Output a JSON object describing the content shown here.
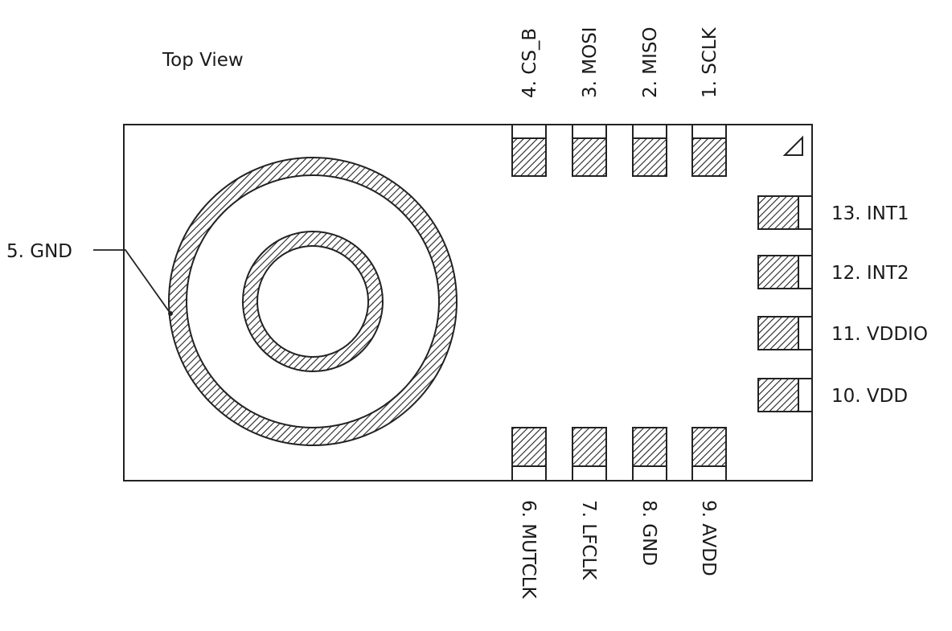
{
  "title": "Top View",
  "pins": {
    "top": [
      {
        "label": "4. CS_B"
      },
      {
        "label": "3. MOSI"
      },
      {
        "label": "2. MISO"
      },
      {
        "label": "1. SCLK"
      }
    ],
    "bottom": [
      {
        "label": "6. MUTCLK"
      },
      {
        "label": "7. LFCLK"
      },
      {
        "label": "8. GND"
      },
      {
        "label": "9. AVDD"
      }
    ],
    "right": [
      {
        "label": "13. INT1"
      },
      {
        "label": "12. INT2"
      },
      {
        "label": "11. VDDIO"
      },
      {
        "label": "10. VDD"
      }
    ],
    "ground_ring": {
      "label": "5. GND"
    }
  }
}
